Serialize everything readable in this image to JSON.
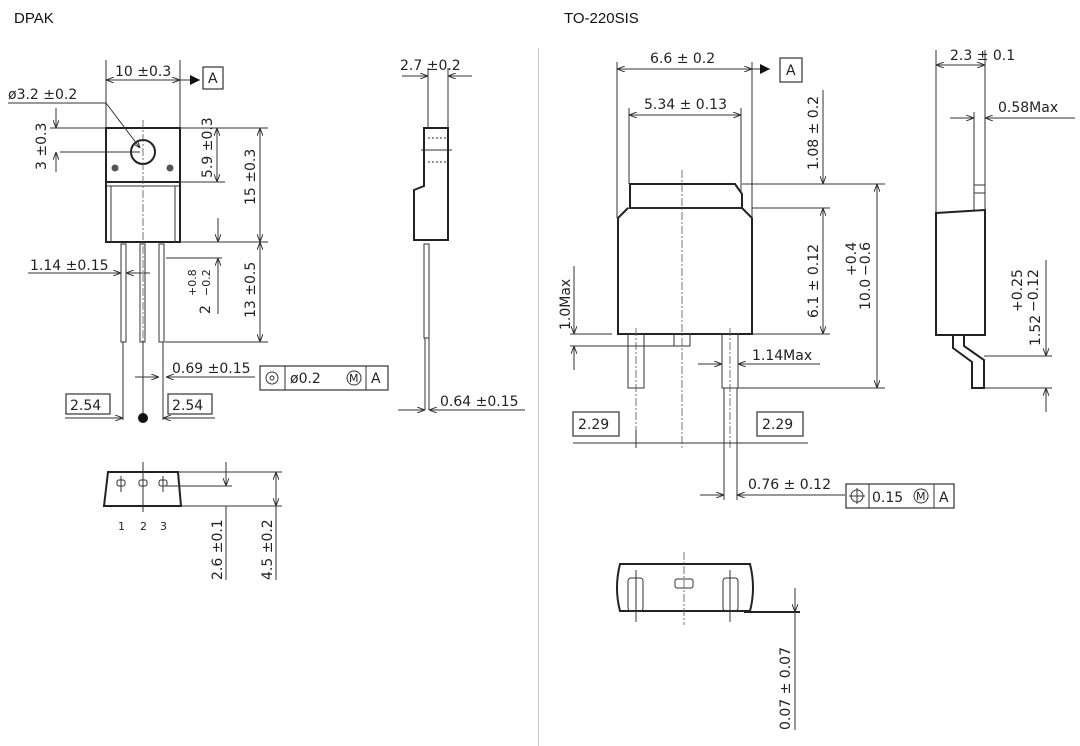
{
  "packages": [
    {
      "name": "DPAK",
      "front_view": {
        "dims": {
          "width": "10 ±0.3",
          "hole_dia": "ø3.2 ±0.2",
          "hole_pos": "3 ±0.3",
          "tab_height": "5.9 ±0.3",
          "body_height": "15 ±0.3",
          "lead_len": "13 ±0.5",
          "lead_width": "1.14 ±0.15",
          "lead_bend": "2",
          "lead_bend_tol_plus": "+0.8",
          "lead_bend_tol_minus": "−0.2",
          "lead_thick": "0.69 ±0.15",
          "pitch_left": "2.54",
          "pitch_right": "2.54"
        },
        "datum": "A",
        "tolerance_frame": {
          "symbol": "position",
          "value": "ø0.2",
          "modifier": "M",
          "datum": "A"
        }
      },
      "side_view": {
        "dims": {
          "thickness": "2.7 ±0.2",
          "lead_thick": "0.64 ±0.15"
        }
      },
      "bottom_view": {
        "pins": [
          "1",
          "2",
          "3"
        ],
        "dims": {
          "pin_offset": "2.6 ±0.1",
          "depth": "4.5 ±0.2"
        }
      }
    },
    {
      "name": "TO-220SIS",
      "front_view": {
        "dims": {
          "width": "6.6 ± 0.2",
          "tab_width": "5.34 ± 0.13",
          "tab_height": "1.08 ± 0.2",
          "body_height": "6.1 ± 0.12",
          "total_height": "10.0",
          "total_tol_plus": "+0.4",
          "total_tol_minus": "−0.6",
          "standoff": "1.0Max",
          "lead_width": "1.14Max",
          "pitch_left": "2.29",
          "pitch_right": "2.29",
          "lead_thick": "0.76 ± 0.12"
        },
        "datum": "A",
        "tolerance_frame": {
          "symbol": "position",
          "value": "0.15",
          "modifier": "M",
          "datum": "A"
        }
      },
      "side_view": {
        "dims": {
          "thickness": "2.3 ± 0.1",
          "tab_thick": "0.58Max",
          "lead_len": "1.52",
          "lead_tol_plus": "+0.25",
          "lead_tol_minus": "−0.12"
        }
      },
      "bottom_view": {
        "dims": {
          "coplanarity": "0.07 ± 0.07"
        }
      }
    }
  ]
}
